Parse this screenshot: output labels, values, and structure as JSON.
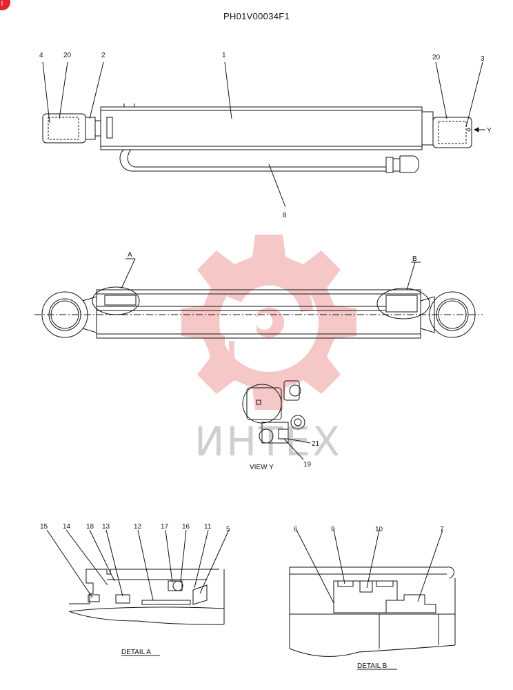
{
  "drawing_title": "PH01V00034F1",
  "corner_badge": "!",
  "watermark_text": "ИНТЕХ",
  "colors": {
    "line": "#111111",
    "watermark_gear": "#f6c7c7",
    "badge": "#e3262e"
  },
  "part_labels": {
    "p1": "1",
    "p2": "2",
    "p3": "3",
    "p4": "4",
    "p5": "5",
    "p6": "6",
    "p7": "7",
    "p8": "8",
    "p9": "9",
    "p10": "10",
    "p11": "11",
    "p12": "12",
    "p13": "13",
    "p14": "14",
    "p15": "15",
    "p16": "16",
    "p17": "17",
    "p18": "18",
    "p19": "19",
    "p20_left": "20",
    "p20_right": "20",
    "p21": "21"
  },
  "callouts": {
    "a": "A",
    "b": "B",
    "y": "Y"
  },
  "captions": {
    "view_y": "VIEW  Y",
    "detail_a": "DETAIL  A",
    "detail_b": "DETAIL  B"
  }
}
